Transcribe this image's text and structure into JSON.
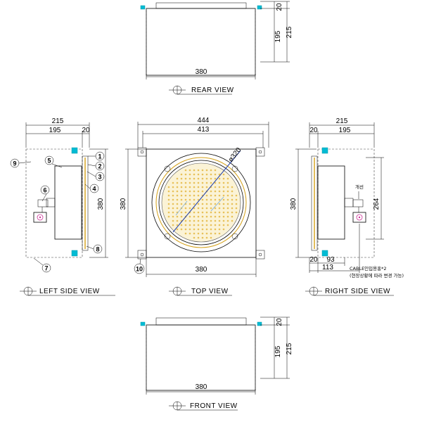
{
  "views": {
    "rear": {
      "title": "REAR VIEW",
      "dims": {
        "width": "380",
        "height_total": "215",
        "height_body": "195",
        "lid": "20"
      }
    },
    "left_side": {
      "title": "LEFT SIDE VIEW",
      "dims": {
        "top_total": "215",
        "top_body": "195",
        "top_lid": "20",
        "height": "380"
      }
    },
    "top": {
      "title": "TOP VIEW",
      "dims": {
        "outer": "444",
        "hole_span": "413",
        "diameter": "ø320",
        "height": "380",
        "width": "380"
      }
    },
    "right_side": {
      "title": "RIGHT SIDE VIEW",
      "dims": {
        "top_total": "215",
        "top_body": "195",
        "top_lid": "20",
        "height": "380",
        "gland_height": "264",
        "bottom_lid": "20",
        "bottom_93": "93",
        "bottom_113": "113"
      },
      "notes": {
        "cable_note_1": "CABLE인입용홍*2",
        "cable_note_2": "(현장상황에 따라 변경 가능)",
        "gland_label": "개선"
      }
    },
    "front": {
      "title": "FRONT VIEW",
      "dims": {
        "width": "380",
        "height_total": "215",
        "height_body": "195",
        "lid": "20"
      }
    }
  },
  "callouts": [
    "1",
    "2",
    "3",
    "4",
    "5",
    "6",
    "7",
    "8",
    "9",
    "10"
  ],
  "colors": {
    "accent": "#00bcd4",
    "led": "#f5dfa0",
    "gland": "#cc3399"
  }
}
